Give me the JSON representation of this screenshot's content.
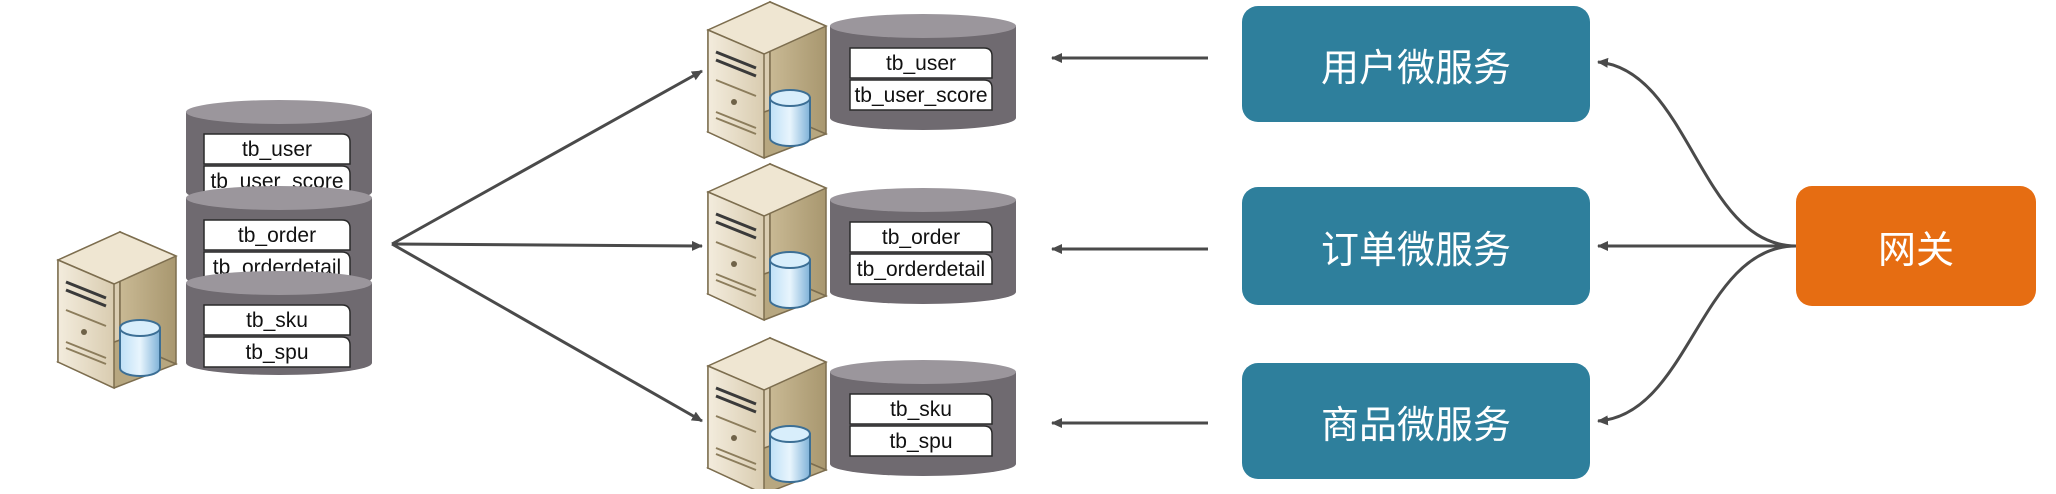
{
  "colors": {
    "service_box": "#2e7f9c",
    "gateway_box": "#e66d12",
    "db_body": "#6f6a70",
    "db_top": "#9b969c",
    "arrow": "#4a4a4a"
  },
  "monolith": {
    "icon": "server-with-database-icon",
    "groups": [
      {
        "tables": [
          "tb_user",
          "tb_user_score"
        ]
      },
      {
        "tables": [
          "tb_order",
          "tb_orderdetail"
        ]
      },
      {
        "tables": [
          "tb_sku",
          "tb_spu"
        ]
      }
    ]
  },
  "split_databases": [
    {
      "icon": "server-with-database-icon",
      "tables": [
        "tb_user",
        "tb_user_score"
      ]
    },
    {
      "icon": "server-with-database-icon",
      "tables": [
        "tb_order",
        "tb_orderdetail"
      ]
    },
    {
      "icon": "server-with-database-icon",
      "tables": [
        "tb_sku",
        "tb_spu"
      ]
    }
  ],
  "services": [
    {
      "label": "用户微服务"
    },
    {
      "label": "订单微服务"
    },
    {
      "label": "商品微服务"
    }
  ],
  "gateway": {
    "label": "网关"
  }
}
